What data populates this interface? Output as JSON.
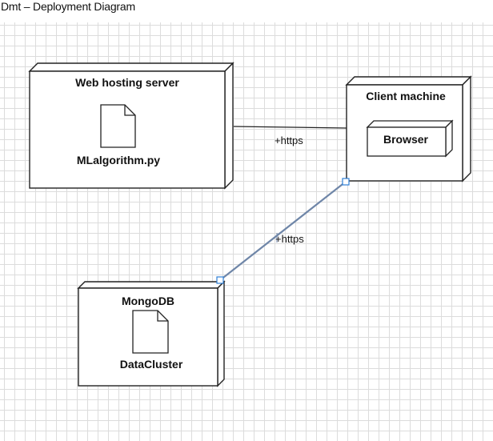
{
  "title": "Dmt – Deployment Diagram",
  "nodes": {
    "web_server": {
      "name": "Web hosting server",
      "artifact": "MLalgorithm.py"
    },
    "client": {
      "name": "Client machine",
      "inner": "Browser"
    },
    "mongodb": {
      "name": "MongoDB",
      "artifact": "DataCluster"
    }
  },
  "connections": {
    "web_client": {
      "label": "+https"
    },
    "client_mongo": {
      "label": "+https",
      "selected": true
    }
  },
  "colors": {
    "line": "#222222",
    "selected_line": "#6f86a8",
    "handle": "#2e7fd6"
  }
}
